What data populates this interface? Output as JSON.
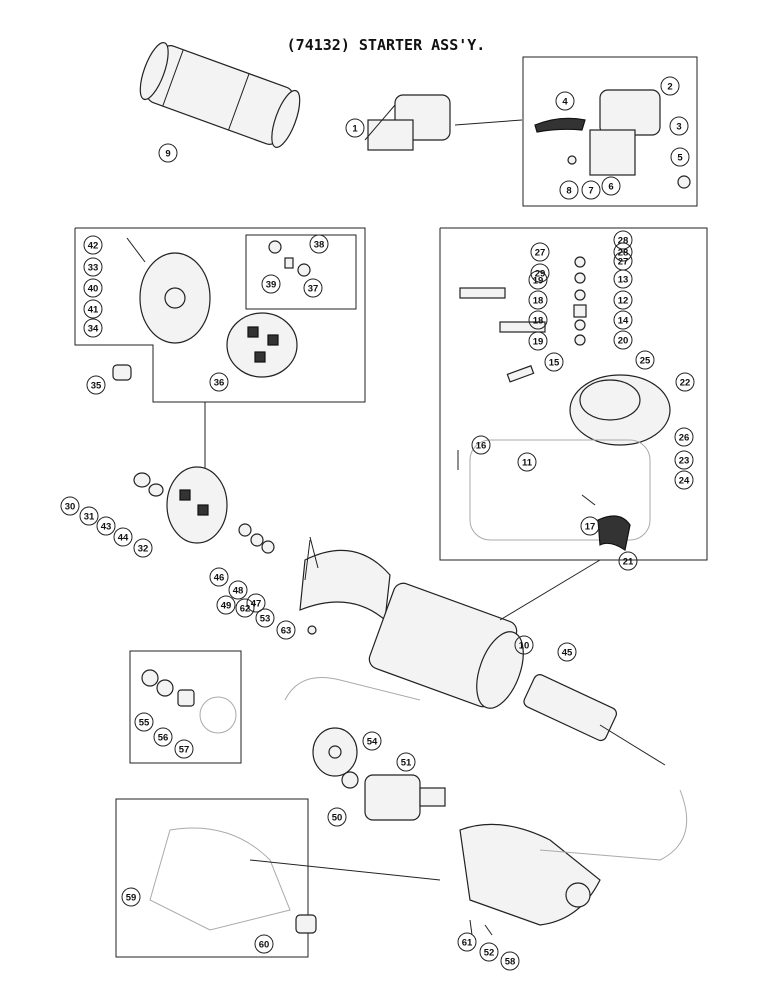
{
  "title": "(74132) STARTER ASS'Y.",
  "callouts": [
    "1",
    "2",
    "3",
    "4",
    "5",
    "6",
    "7",
    "8",
    "9",
    "10",
    "11",
    "12",
    "13",
    "14",
    "15",
    "16",
    "17",
    "18",
    "18",
    "19",
    "19",
    "20",
    "21",
    "22",
    "23",
    "24",
    "25",
    "26",
    "27",
    "27",
    "28",
    "28",
    "29",
    "30",
    "31",
    "32",
    "33",
    "34",
    "35",
    "36",
    "37",
    "38",
    "39",
    "40",
    "41",
    "42",
    "43",
    "44",
    "45",
    "46",
    "47",
    "48",
    "49",
    "50",
    "51",
    "52",
    "53",
    "54",
    "55",
    "56",
    "57",
    "58",
    "59",
    "60",
    "61",
    "62",
    "63"
  ]
}
